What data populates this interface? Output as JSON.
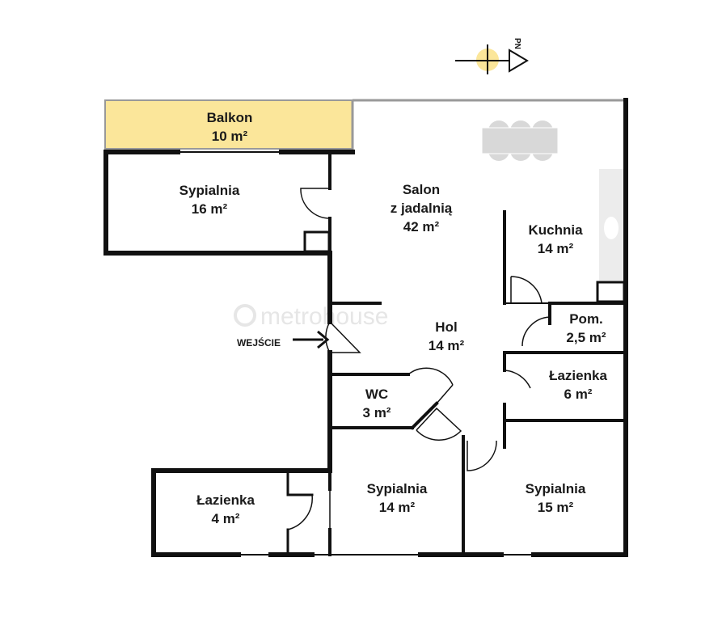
{
  "rooms": {
    "balkon": {
      "name": "Balkon",
      "area": "10 m²"
    },
    "sypialnia1": {
      "name": "Sypialnia",
      "area": "16 m²"
    },
    "salon": {
      "line1": "Salon",
      "line2": "z jadalnią",
      "area": "42 m²"
    },
    "kuchnia": {
      "name": "Kuchnia",
      "area": "14 m²"
    },
    "pom": {
      "name": "Pom.",
      "area": "2,5 m²"
    },
    "hol": {
      "name": "Hol",
      "area": "14 m²"
    },
    "lazienka1": {
      "name": "Łazienka",
      "area": "6 m²"
    },
    "wc": {
      "name": "WC",
      "area": "3 m²"
    },
    "lazienka2": {
      "name": "Łazienka",
      "area": "4 m²"
    },
    "sypialnia2": {
      "name": "Sypialnia",
      "area": "14 m²"
    },
    "sypialnia3": {
      "name": "Sypialnia",
      "area": "15 m²"
    }
  },
  "entrance": {
    "label": "WEJŚCIE"
  },
  "compass": {
    "label": "PN"
  },
  "watermark": {
    "text": "metrohouse"
  },
  "colors": {
    "balcony": "#fbe69a",
    "wall": "#111111",
    "furniture": "#d8d8d8"
  }
}
